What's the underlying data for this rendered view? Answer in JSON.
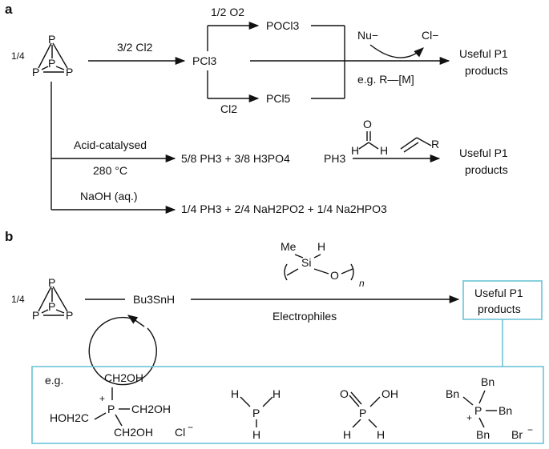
{
  "colors": {
    "phosphorus": "#e8961e",
    "ink": "#111111",
    "box": "#6cc3d5"
  },
  "panel_a": {
    "label": "a",
    "p4": {
      "coeff": "1/4",
      "atom": "P"
    },
    "cl2_reagent": "3/2 Cl2",
    "o2_reagent": "1/2 O2",
    "pocl3": "POCl3",
    "pcl3": "PCl3",
    "pcl5": "PCl5",
    "cl2_lower": "Cl2",
    "nu": "Nu−",
    "cl_minus": "Cl−",
    "example": "e.g. R—[M]",
    "useful_1": "Useful P1",
    "products_1": "products",
    "acid_catalysed": "Acid-catalysed",
    "temperature": "280 °C",
    "acid_products": "5/8 PH3 + 3/8 H3PO4",
    "ph3": "PH3",
    "useful_2": "Useful P1",
    "products_2": "products",
    "naoh": "NaOH (aq.)",
    "naoh_products": "1/4 PH3 + 2/4 NaH2PO2 + 1/4 Na2HPO3"
  },
  "panel_b": {
    "label": "b",
    "p4_coeff": "1/4",
    "catalyst": "Bu3SnH",
    "silane_me": "Me",
    "silane_h": "H",
    "silane_si": "Si",
    "silane_o": "O",
    "silane_n": "n",
    "electrophiles": "Electrophiles",
    "useful": "Useful P1",
    "products": "products",
    "eg": "e.g.",
    "thpc_ch2oh": "CH2OH",
    "thpc_hoh2c": "HOH2C",
    "thpc_cl": "Cl",
    "bn": "Bn",
    "br": "Br"
  }
}
